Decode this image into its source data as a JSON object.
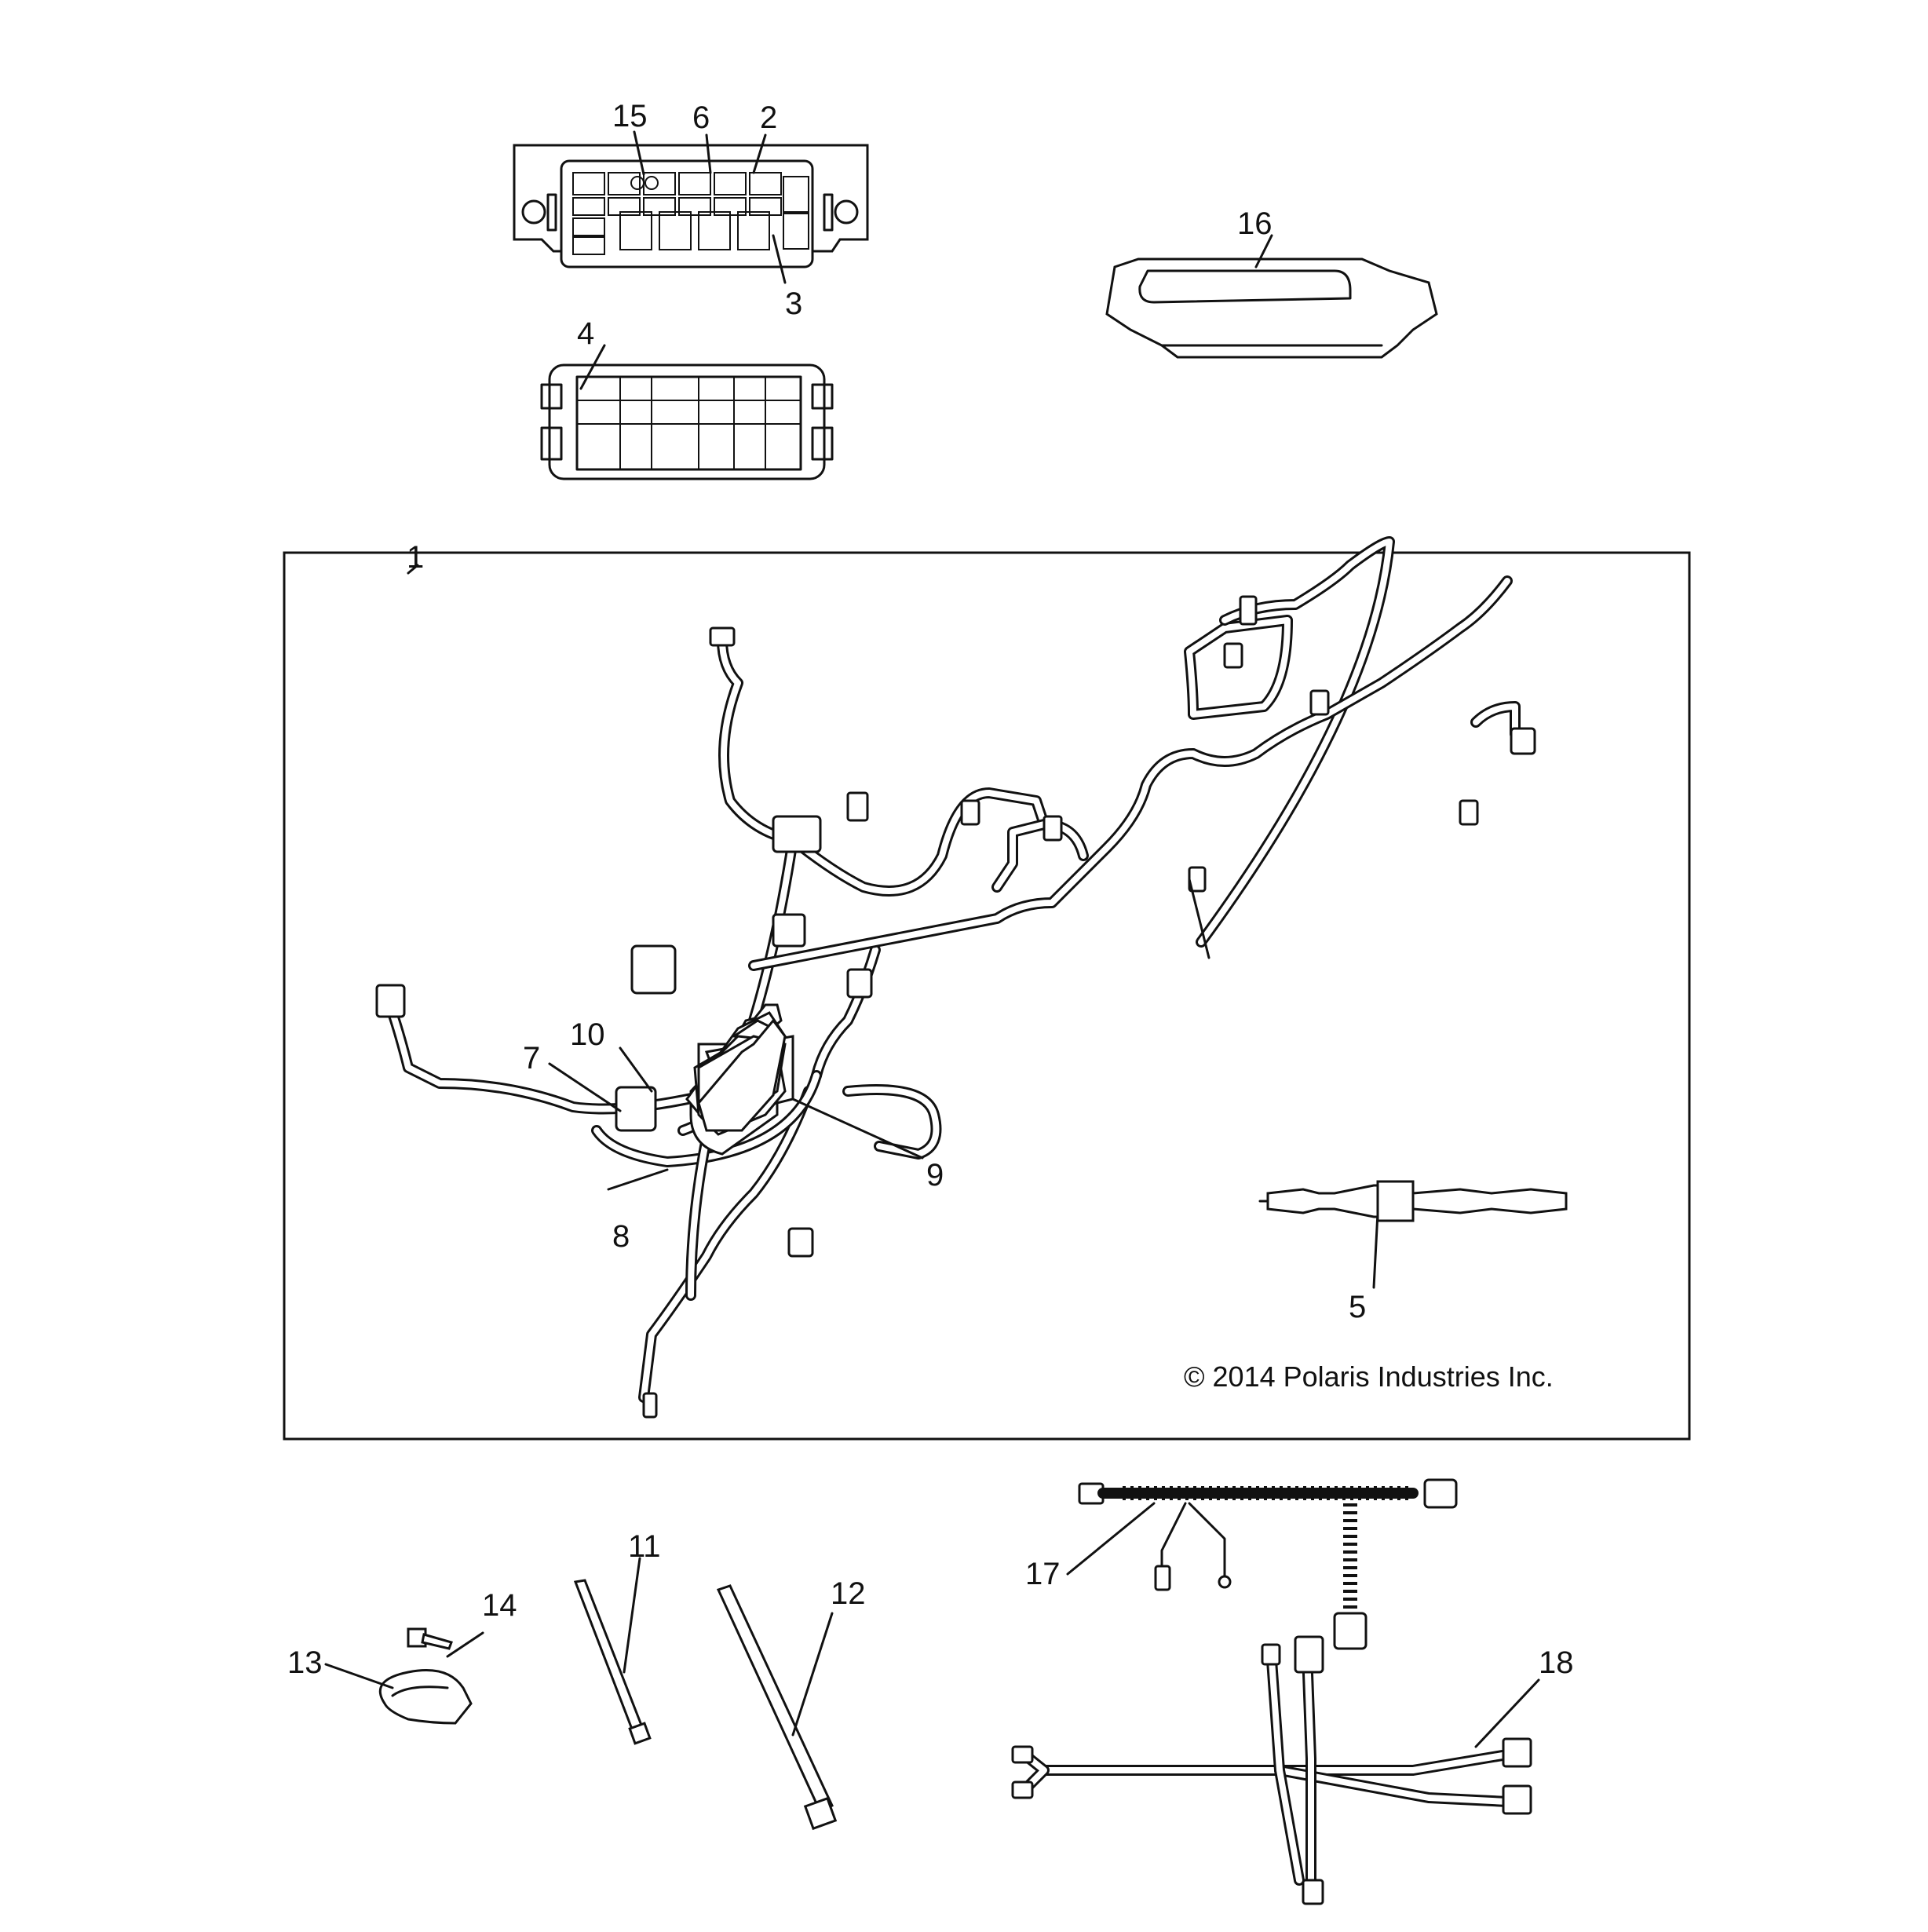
{
  "callouts": {
    "c1": "1",
    "c2": "2",
    "c3": "3",
    "c4": "4",
    "c5": "5",
    "c6": "6",
    "c7": "7",
    "c8": "8",
    "c9": "9",
    "c10": "10",
    "c11": "11",
    "c12": "12",
    "c13": "13",
    "c14": "14",
    "c15": "15",
    "c16": "16",
    "c17": "17",
    "c18": "18"
  },
  "copyright": "© 2014 Polaris Industries Inc."
}
